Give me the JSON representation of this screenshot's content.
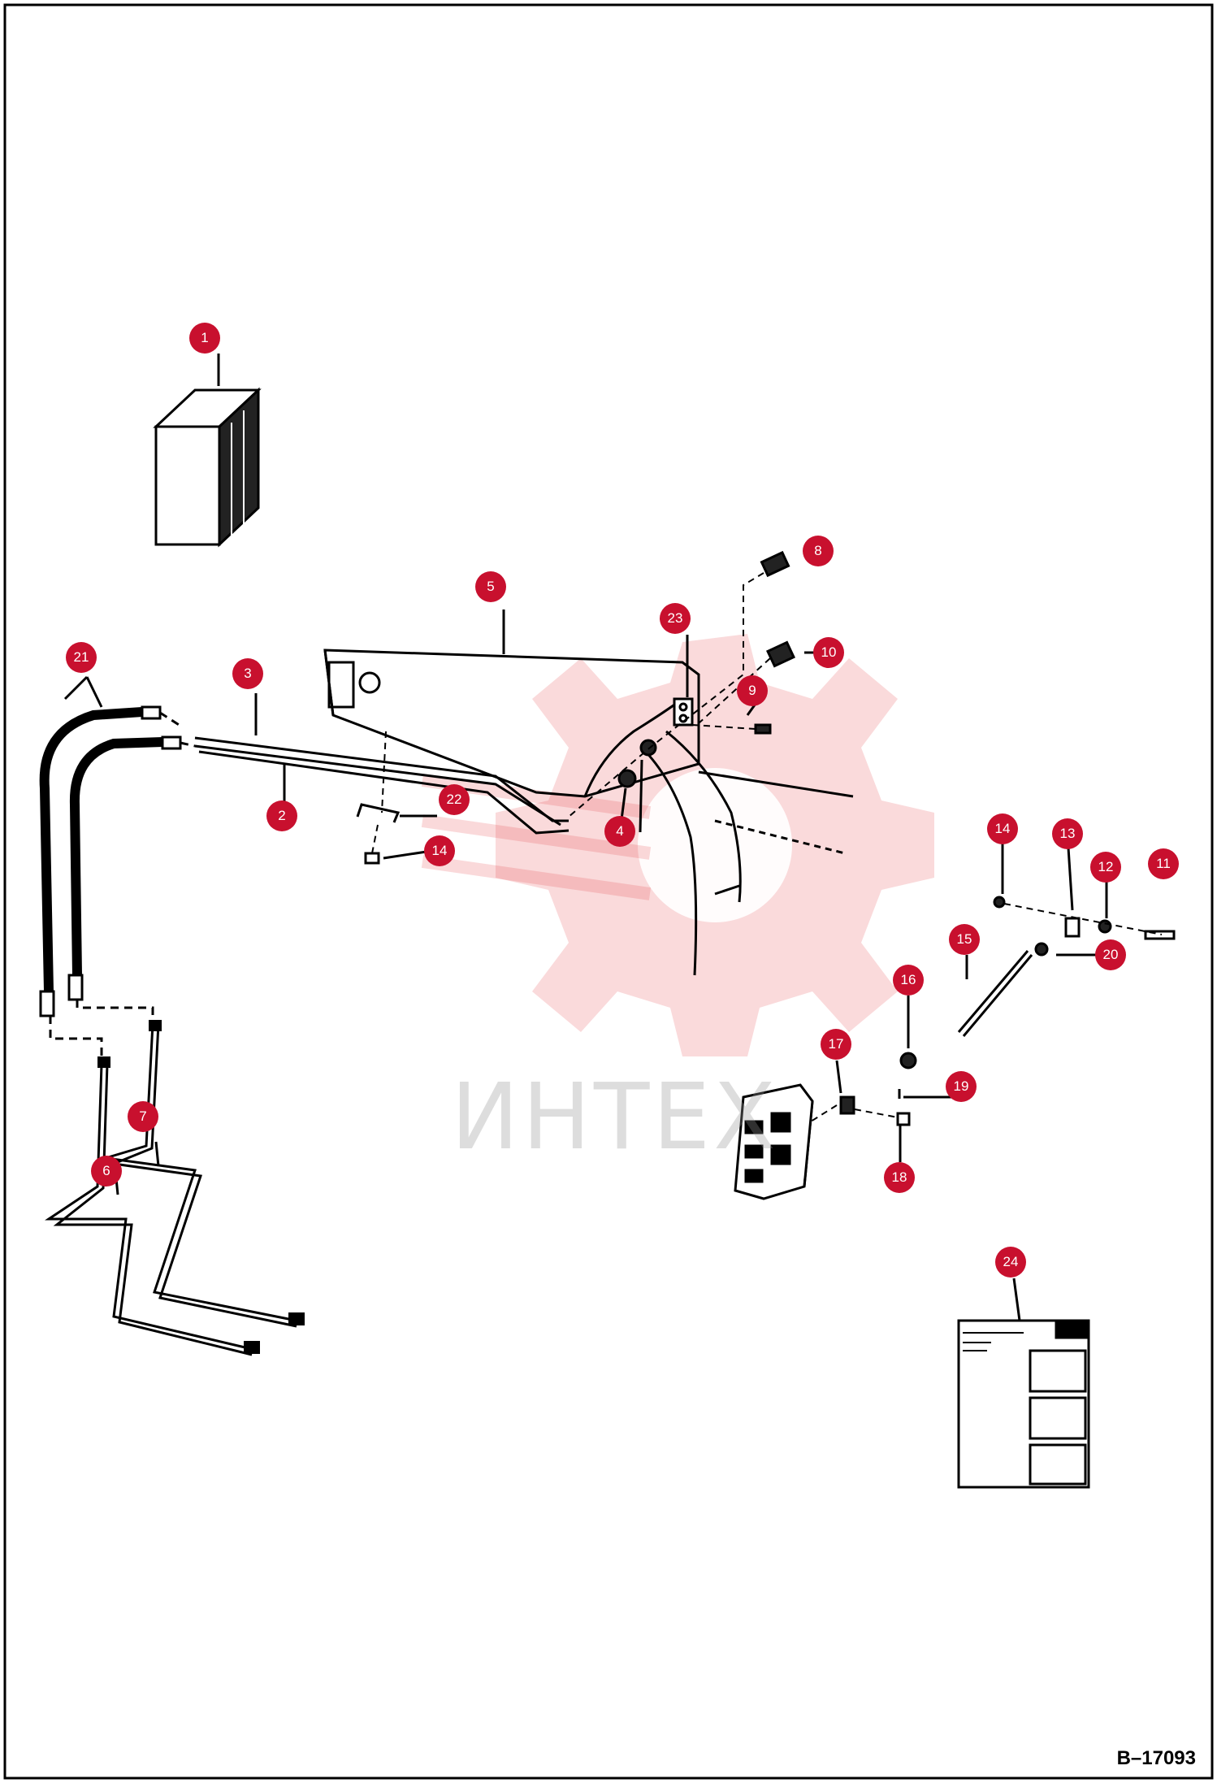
{
  "watermark": {
    "text": "ИНТЕХ",
    "color": "#e4343a"
  },
  "callout_color": "#c8102e",
  "callouts": [
    "1",
    "2",
    "3",
    "4",
    "5",
    "6",
    "7",
    "8",
    "9",
    "10",
    "11",
    "12",
    "13",
    "14",
    "14",
    "15",
    "16",
    "17",
    "18",
    "19",
    "20",
    "21",
    "22",
    "23",
    "24"
  ],
  "drawing_code": "B–17093"
}
